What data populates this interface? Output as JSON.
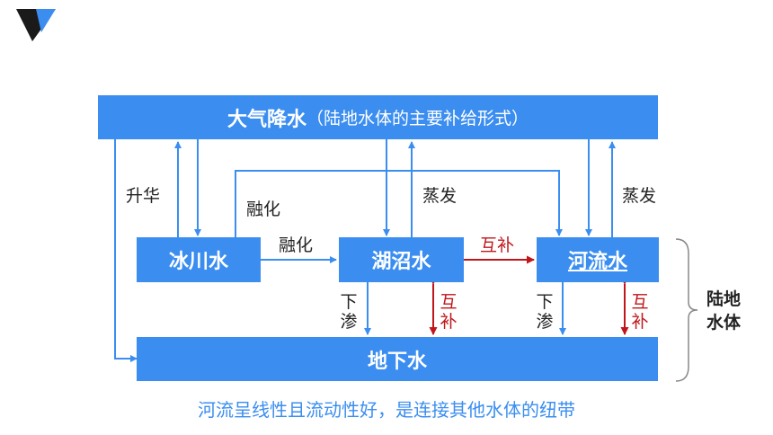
{
  "logo": {
    "name": "brand-logo"
  },
  "colors": {
    "box": "#3b8ef0",
    "arrow": "#3b8ef0",
    "mutual": "#c0161b",
    "caption": "#3b8ef0"
  },
  "boxes": {
    "precipitation": {
      "title": "大气降水",
      "subtitle": "（陆地水体的主要补给形式）"
    },
    "glacier": "冰川水",
    "lake": "湖沼水",
    "river": "河流水",
    "ground": "地下水"
  },
  "labels": {
    "sublimation": "升华",
    "melt_top": "融化",
    "melt_mid": "融化",
    "evap_lake": "蒸发",
    "evap_river": "蒸发",
    "mutual_h": "互补",
    "seep_lake": "下渗",
    "seep_river": "下渗",
    "mutual_v1": "互补",
    "mutual_v2": "互补",
    "group": "陆地水体"
  },
  "caption": "河流呈线性且流动性好，是连接其他水体的纽带"
}
